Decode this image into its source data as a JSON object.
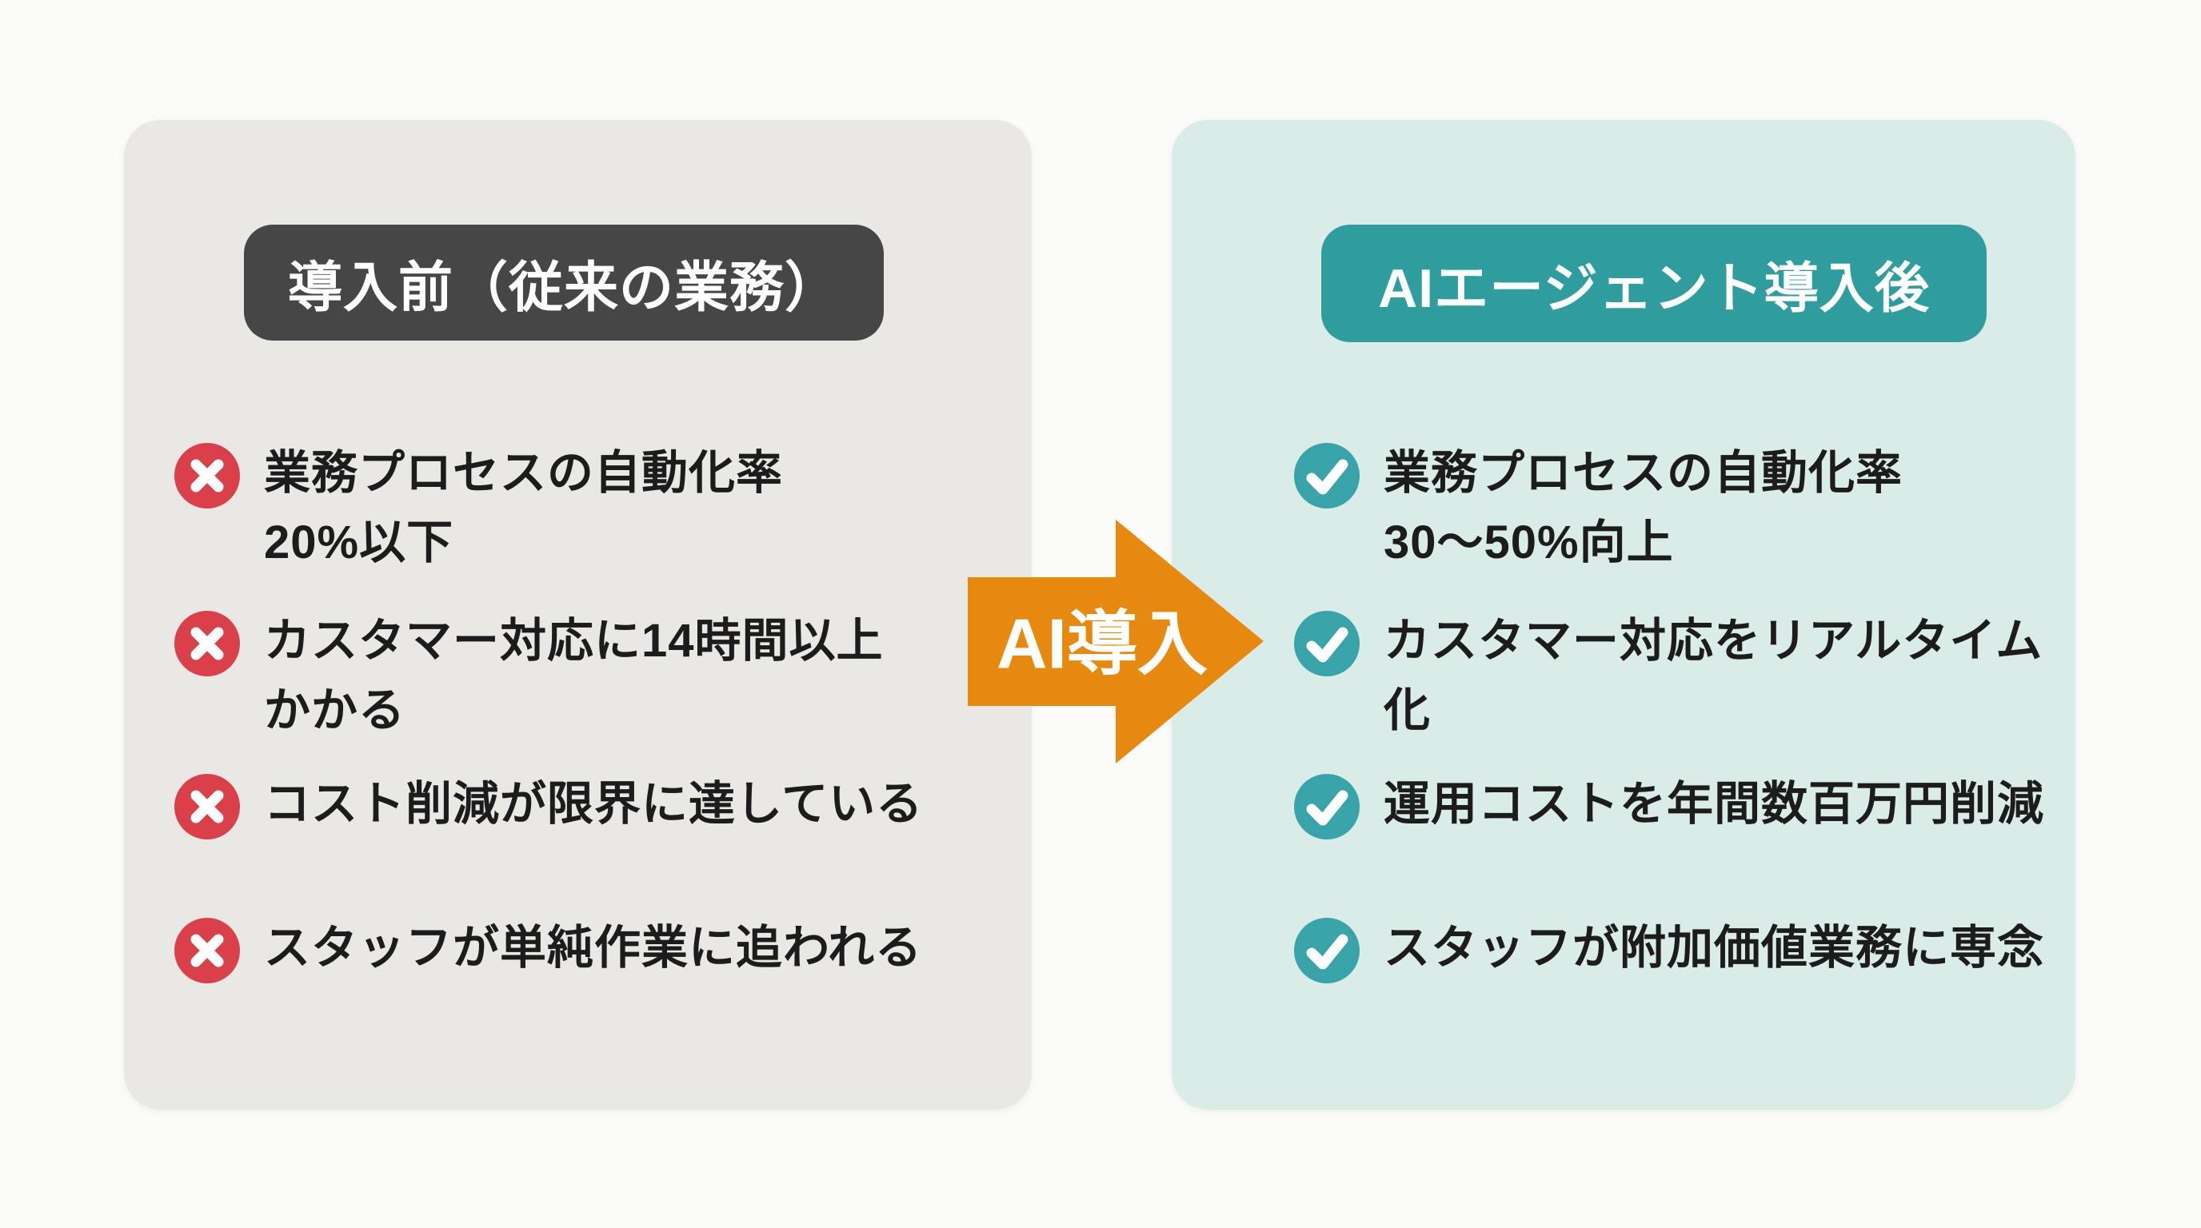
{
  "page": {
    "background_color": "#fbfbf9"
  },
  "before_panel": {
    "title": "導入前（従来の業務）",
    "panel_color": "#e9e8e5",
    "header_color": "#464646",
    "item_icon": "x-circle-icon",
    "item_icon_color": "#d9404a",
    "items": [
      {
        "text": "業務プロセスの自動化率\n20%以下"
      },
      {
        "text": "カスタマー対応に14時間以上\nかかる"
      },
      {
        "text": "コスト削減が限界に達している"
      },
      {
        "text": "スタッフが単純作業に追われる"
      }
    ]
  },
  "after_panel": {
    "title": "AIエージェント導入後",
    "panel_color": "#d9ece7",
    "header_color": "#2f9c9e",
    "item_icon": "check-circle-icon",
    "item_icon_color": "#38a3a9",
    "items": [
      {
        "text": "業務プロセスの自動化率\n30〜50%向上"
      },
      {
        "text": "カスタマー対応をリアルタイム\n化"
      },
      {
        "text": "運用コストを年間数百万円削減"
      },
      {
        "text": "スタッフが附加価値業務に専念"
      }
    ]
  },
  "arrow": {
    "label": "AI導入",
    "color": "#e8890f"
  }
}
